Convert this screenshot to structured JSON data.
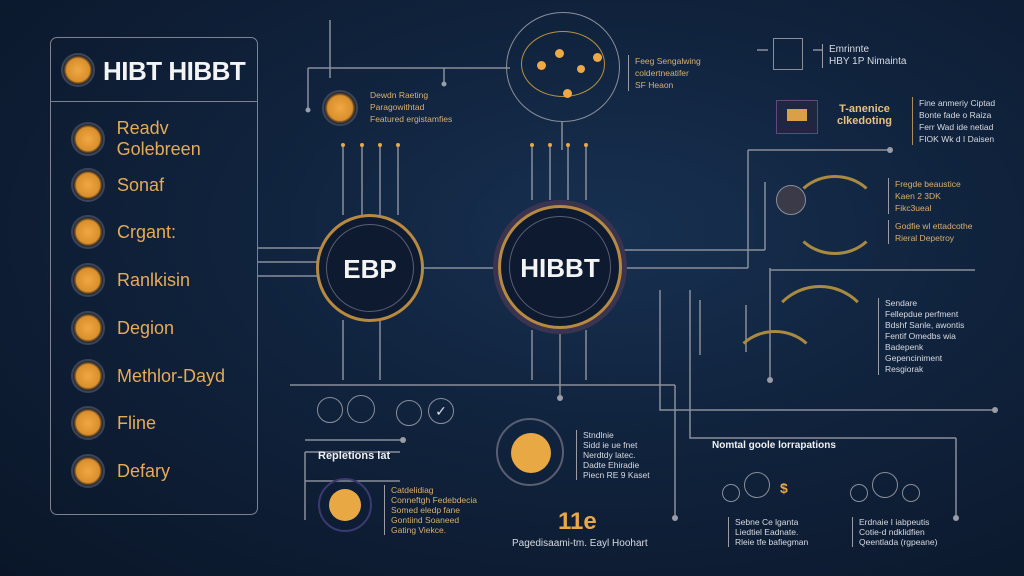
{
  "panel": {
    "title": "HIBT HIBBT",
    "items": [
      {
        "label": "Readv Golebreen",
        "icon": "coin-icon"
      },
      {
        "label": "Sonaf",
        "icon": "coin-icon"
      },
      {
        "label": "Crgant:",
        "icon": "coin-icon"
      },
      {
        "label": "Ranlkisin",
        "icon": "coin-icon"
      },
      {
        "label": "Degion",
        "icon": "coin-icon"
      },
      {
        "label": "Methlor-Dayd",
        "icon": "coin-icon"
      },
      {
        "label": "Fline",
        "icon": "coin-icon"
      },
      {
        "label": "Defary",
        "icon": "coin-icon"
      }
    ]
  },
  "hubs": {
    "left": "EBP",
    "right": "HIBBT"
  },
  "top": {
    "coin_text": [
      "Dewdn Raeting",
      "Paragowithtad",
      "Featured ergistamfies"
    ],
    "orbit_text": [
      "Feeg Sengalwing",
      "coldertneatifer",
      "SF Heaon"
    ]
  },
  "right": {
    "doc_text": [
      "Emrinnte",
      "HBY 1P Nimainta"
    ],
    "card_title": [
      "T-anenice",
      "clkedoting"
    ],
    "card_text": [
      "Fine anmeriy Ciptad",
      "Bonte fade o Raiza",
      "Ferr Wad ide netiad",
      "FIOK Wk d I Daisen"
    ],
    "arc1_text": [
      "Fregde beaustice",
      "Kaen 2 3DK",
      "Fikc3ueal"
    ],
    "arc1_text2": [
      "Godfie wl ettadcothe",
      "Rieral Depetroy"
    ],
    "arc2_text": [
      "Sendare",
      "Fellepdue perfment",
      "Bdshf Sanle, awontis",
      "Fentif Omedbs wia",
      "Badepenk",
      "Gepenciniment",
      "Resgiorak"
    ]
  },
  "bottom": {
    "section_title": "Repletions lat",
    "coin_text": [
      "Catdelidiag",
      "Conneftgh Fedebdecia",
      "Somed eledp fane",
      "Gontiind Soaneed",
      "Gating Viekce."
    ],
    "circle_text": [
      "Stndlnie",
      "Sidd ie ue fnet",
      "Nerdtdy latec.",
      "Dadte Ehiradie",
      "Piecn RE 9 Kaset"
    ],
    "number": "11e",
    "number_caption": "Pagedisaami-tm. Eayl Hoohart",
    "right_title": "Nomtal goole lorrapations",
    "group1_text": [
      "Sebne Ce lganta",
      "Liedtiel Eadnate.",
      "Rleie tfe bafiegman"
    ],
    "group2_text": [
      "Erdnaie I iabpeutis",
      "Cotie-d ndklidfien",
      "Qeentlada (rgpeane)"
    ]
  },
  "colors": {
    "gold": "#e8a844",
    "line": "#8a8e99",
    "background": "#10223c"
  }
}
